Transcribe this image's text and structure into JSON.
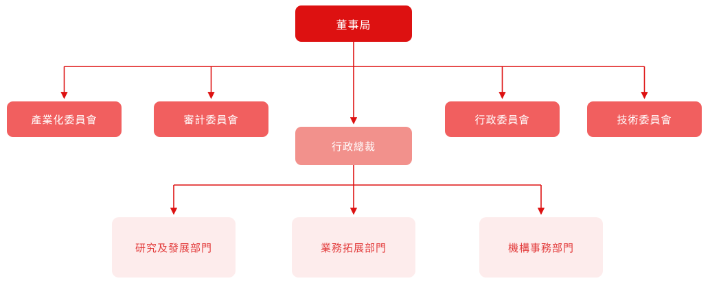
{
  "diagram": {
    "type": "org-chart",
    "root": {
      "label": "董事局"
    },
    "committees": [
      {
        "label": "產業化委員會"
      },
      {
        "label": "審計委員會"
      },
      {
        "label": "行政委員會"
      },
      {
        "label": "技術委員會"
      }
    ],
    "executive": {
      "label": "行政總裁"
    },
    "departments": [
      {
        "label": "研究及發展部門"
      },
      {
        "label": "業務拓展部門"
      },
      {
        "label": "機構事務部門"
      }
    ],
    "colors": {
      "root_bg": "#dd1111",
      "root_text": "#ffffff",
      "committee_bg": "#f15f5f",
      "committee_text": "#ffffff",
      "executive_bg": "#f2918c",
      "executive_text": "#ffffff",
      "department_bg": "#fdecec",
      "department_text": "#e23a3a",
      "connector": "#dd1111"
    }
  }
}
